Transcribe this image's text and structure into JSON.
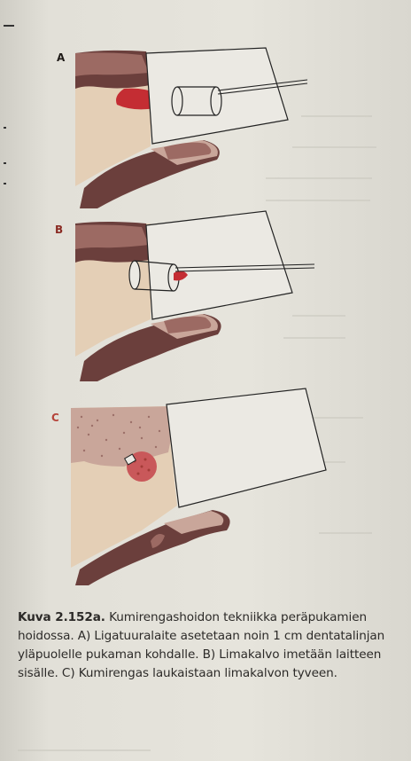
{
  "figure": {
    "panels": [
      {
        "letter": "A",
        "color": "#1e1a17"
      },
      {
        "letter": "B",
        "color": "#8a2a22"
      },
      {
        "letter": "C",
        "color": "#b5443a"
      }
    ]
  },
  "caption": {
    "label": "Kuva 2.152a.",
    "text": " Kumirengashoidon tekniikka peräpukamien hoidossa. A) Ligatuuralaite asetetaan noin 1 cm dentatalinjan yläpuolelle pukaman kohdalle. B) Limakalvo imetään laitteen sisälle. C) Kumirengas laukaistaan limakalvon tyveen."
  },
  "colors": {
    "tissue_dark": "#6b3f3c",
    "tissue_mid": "#9c6a63",
    "tissue_light": "#c9a69a",
    "skin": "#e4cfb6",
    "blood": "#c42d33"
  }
}
